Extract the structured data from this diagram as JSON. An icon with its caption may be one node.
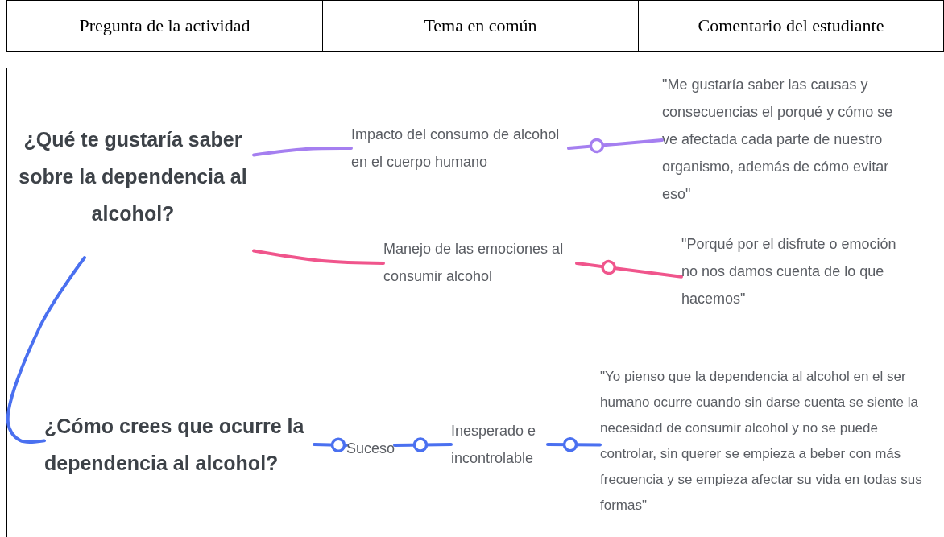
{
  "diagram": {
    "nodes": [
      {
        "text": [
          "¿Qué te gustaría saber sobre la dependencia al alcohol?"
        ]
      },
      {
        "text": [
          "Impacto del consumo de alcohol en el cuerpo humano"
        ]
      },
      {
        "text": [
          "\"Me gustaría saber las causas y consecuencias el porqué y cómo se ve afectada cada parte de nuestro organismo, además de cómo evitar eso\""
        ]
      },
      {
        "text": [
          "Manejo de las emociones al consumir alcohol"
        ]
      },
      {
        "text": [
          "\"Porqué por el disfrute o emoción no nos damos cuenta de lo que hacemos\""
        ]
      },
      {
        "text": [
          "¿Cómo crees que ocurre la dependencia al alcohol?"
        ]
      },
      {
        "text": [
          "Suceso"
        ]
      },
      {
        "text": [
          "Inesperado e incontrolable"
        ]
      },
      {
        "text": [
          "\"Yo pienso que la dependencia al alcohol en el ser humano ocurre cuando sin darse cuenta se siente la necesidad de consumir alcohol y no se puede controlar, sin querer se empieza a beber con más frecuencia y se empieza afectar su vida en todas sus formas\""
        ]
      }
    ],
    "edges": [
      {
        "from": 0,
        "to": 1,
        "arrow": "none",
        "color": "#a57ff0"
      },
      {
        "from": 1,
        "to": 2,
        "arrow": "other",
        "color": "#a57ff0"
      },
      {
        "from": 0,
        "to": 3,
        "arrow": "none",
        "color": "#f0558c"
      },
      {
        "from": 3,
        "to": 4,
        "arrow": "other",
        "color": "#f0558c"
      },
      {
        "from": 0,
        "to": 5,
        "arrow": "none"
      },
      {
        "from": 5,
        "to": 6,
        "arrow": "other"
      },
      {
        "from": 6,
        "to": 7,
        "arrow": "other"
      },
      {
        "from": 7,
        "to": 8,
        "arrow": "other"
      }
    ],
    "labels": [
      "Pregunta de la actividad",
      "Tema en común",
      "Comentario del estudiante"
    ]
  }
}
